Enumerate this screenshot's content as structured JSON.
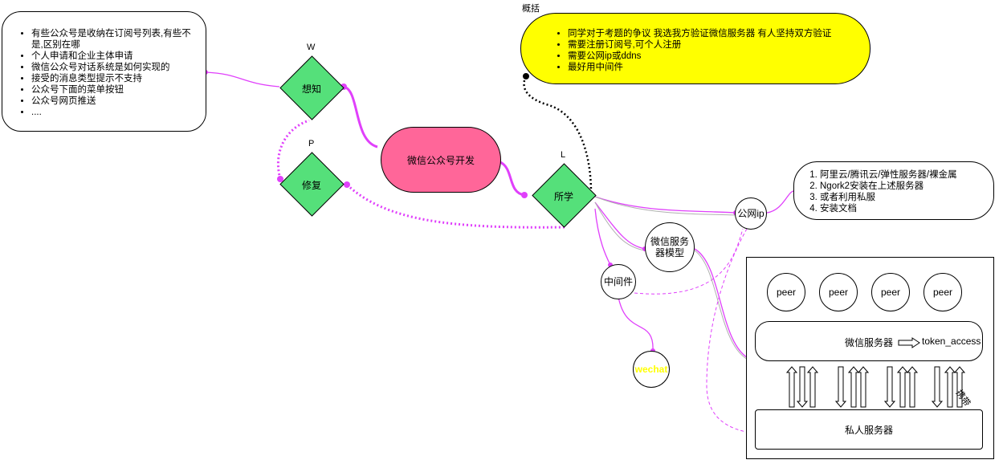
{
  "left_notes": {
    "items": [
      "有些公众号是收纳在订阅号列表,有些不是,区别在哪",
      "个人申请和企业主体申请",
      "微信公众号对话系统是如何实现的",
      "接受的消息类型提示不支持",
      "公众号下面的菜单按钮",
      "公众号网页推送",
      "...."
    ]
  },
  "diamonds": {
    "w": {
      "tag": "W",
      "label": "想知"
    },
    "p": {
      "tag": "P",
      "label": "修复"
    },
    "l": {
      "tag": "L",
      "label": "所学"
    }
  },
  "central_node": {
    "label": "微信公众号开发"
  },
  "summary": {
    "title": "概括",
    "items": [
      "同学对于考题的争议 我选我方验证微信服务器 有人坚持双方验证",
      "需要注册订阅号,可个人注册",
      "需要公网ip或ddns",
      "最好用中间件"
    ]
  },
  "public_ip": {
    "label": "公网ip",
    "items": [
      "阿里云/腾讯云/弹性服务器/裸金属",
      "Ngork2安装在上述服务器",
      "或者利用私服",
      "安装文档"
    ]
  },
  "model_node": {
    "label": "微信服务器模型"
  },
  "middleware_node": {
    "label": "中间件"
  },
  "wechat_node": {
    "label": "wechat"
  },
  "server_model": {
    "peers": [
      "peer",
      "peer",
      "peer",
      "peer"
    ],
    "wechat_server": "微信服务器",
    "token": "token_access",
    "private_server": "私人服务器",
    "carry_label": "携带"
  },
  "colors": {
    "connector": "#e040fb",
    "diamond_fill": "#55e07a",
    "central_fill": "#ff6699",
    "summary_fill": "#ffff00",
    "wechat_text": "#ffff00"
  }
}
